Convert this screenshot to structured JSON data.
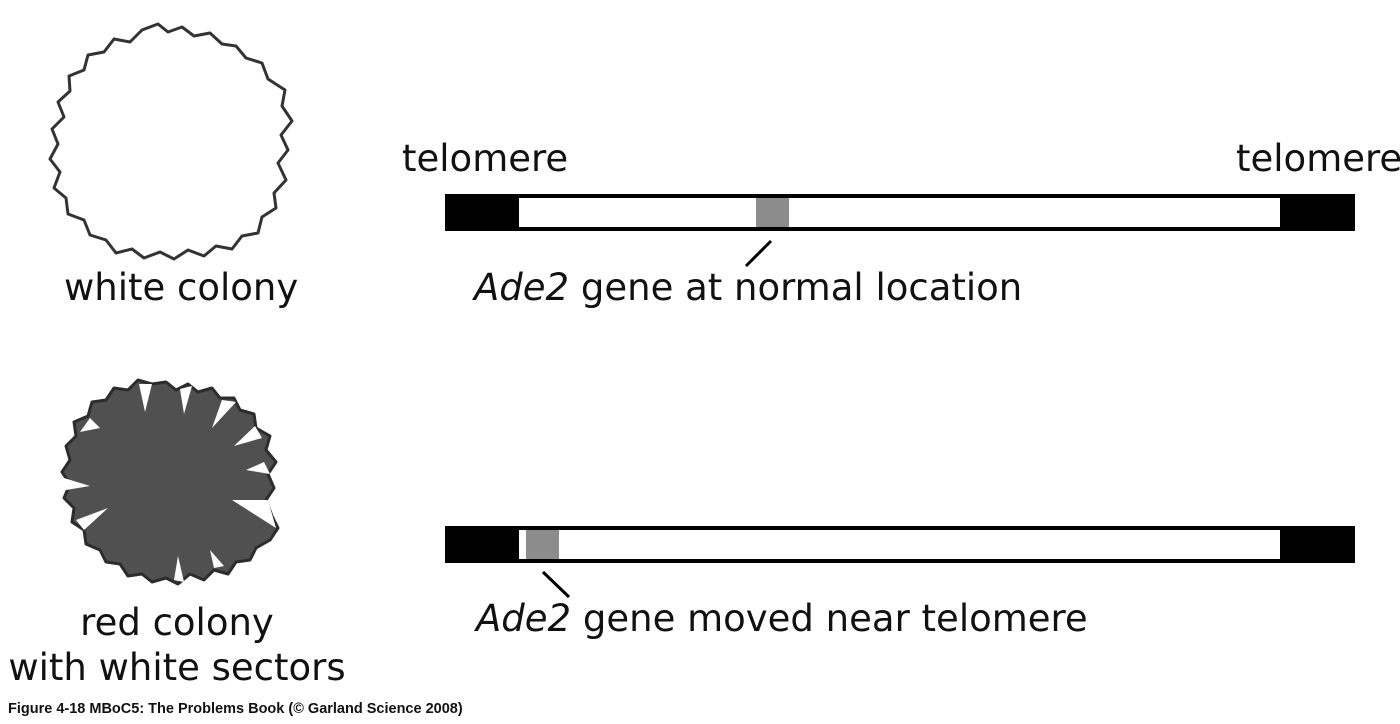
{
  "telomere_left": "telomere",
  "telomere_right": "telomere",
  "white_colony": {
    "label": "white colony"
  },
  "red_colony": {
    "line1": "red colony",
    "line2": "with white sectors"
  },
  "chromosome_top": {
    "gene_name": "Ade2",
    "gene_text": " gene at normal location"
  },
  "chromosome_bottom": {
    "gene_name": "Ade2",
    "gene_text": " gene moved near telomere"
  },
  "caption": "Figure 4-18  MBoC5: The Problems Book (© Garland Science 2008)",
  "colors": {
    "telomere": "#000000",
    "gene": "#8c8c8c",
    "red_colony_fill": "#505050",
    "outline": "#333333"
  }
}
